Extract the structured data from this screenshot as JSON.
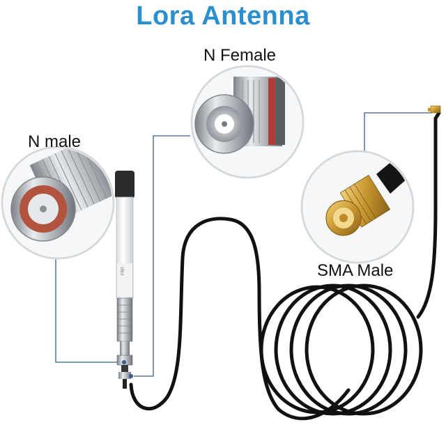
{
  "title": "Lora Antenna",
  "labels": {
    "n_male": "N male",
    "n_female": "N Female",
    "sma_male": "SMA Male"
  },
  "colors": {
    "title": "#2b8fce",
    "callout_line": "#3a5a8a",
    "cable": "#111111"
  }
}
